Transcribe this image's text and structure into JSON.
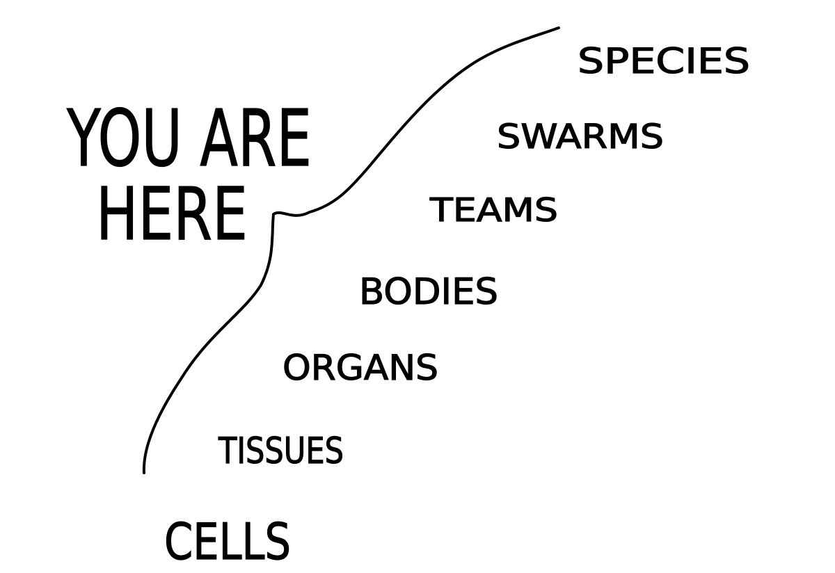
{
  "diagram": {
    "headline_line1": "YOU ARE",
    "headline_line2": "HERE",
    "levels": [
      {
        "label": "SPECIES"
      },
      {
        "label": "SWARMS"
      },
      {
        "label": "TEAMS"
      },
      {
        "label": "BODIES"
      },
      {
        "label": "ORGANS"
      },
      {
        "label": "TISSUES"
      },
      {
        "label": "CELLS"
      }
    ],
    "ink_color": "#000000",
    "background_color": "#ffffff"
  }
}
